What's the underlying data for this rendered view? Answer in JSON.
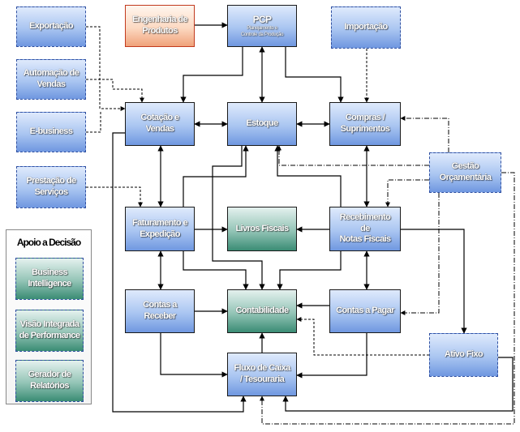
{
  "group": {
    "title": "Apoio a Decisão"
  },
  "nodes": {
    "exportacao": "Exportação",
    "automacao_1": "Automação de",
    "automacao_2": "Vendas",
    "ebusiness": "E-business",
    "prestacao_1": "Prestação de",
    "prestacao_2": "Serviços",
    "engenharia_1": "Engenharia de",
    "engenharia_2": "Produtos",
    "pcp_title": "PCP",
    "pcp_sub_1": "Planejamento e",
    "pcp_sub_2": "Controle da Produção",
    "importacao": "Importação",
    "cotacao_1": "Cotação e",
    "cotacao_2": "Vendas",
    "estoque": "Estoque",
    "compras_1": "Compras /",
    "compras_2": "Suprimentos",
    "gestao_1": "Gestão",
    "gestao_2": "Orçamentária",
    "faturamento_1": "Faturamento e",
    "faturamento_2": "Expedição",
    "livros": "Livros Fiscais",
    "recebimento_1": "Recebimento",
    "recebimento_2": "de",
    "recebimento_3": "Notas Fiscais",
    "contas_receber_1": "Contas a",
    "contas_receber_2": "Receber",
    "contabilidade": "Contabilidade",
    "contas_pagar": "Contas a Pagar",
    "ativo_fixo": "Ativo Fixo",
    "fluxo_1": "Fluxo de Caixa",
    "fluxo_2": "/ Tesouraria",
    "bi_1": "Business",
    "bi_2": "Intelligence",
    "visao_1": "Visão Integrada",
    "visao_2": "de Performance",
    "gerador_1": "Gerador de",
    "gerador_2": "Relatórios"
  },
  "colors": {
    "module_fill": "#a9c5f1",
    "core_fill": "#3a8c74",
    "engineering_border": "#c23a1e",
    "external_border": "#2f4fa0",
    "connector": "#000000"
  }
}
